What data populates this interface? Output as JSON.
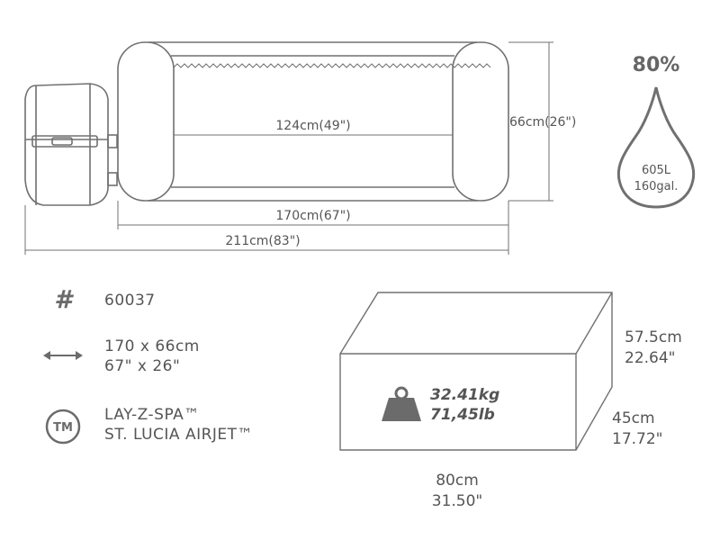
{
  "top_view": {
    "inner_width_label": "124cm(49\")",
    "height_label": "66cm(26\")",
    "outer_width_label": "170cm(67\")",
    "total_width_label": "211cm(83\")"
  },
  "fill": {
    "percent_label": "80%",
    "liters_label": "605L",
    "gallons_label": "160gal."
  },
  "info": {
    "hash_icon": "#",
    "model_number": "60037",
    "size_metric": "170 x 66cm",
    "size_imperial": "67\" x 26\"",
    "tm_icon": "TM",
    "brand_line1": "LAY-Z-SPA™",
    "brand_line2": "ST. LUCIA AIRJET™"
  },
  "box": {
    "weight_kg": "32.41kg",
    "weight_lb": "71,45lb",
    "height_cm": "57.5cm",
    "height_in": "22.64\"",
    "depth_cm": "45cm",
    "depth_in": "17.72\"",
    "width_cm": "80cm",
    "width_in": "31.50\""
  },
  "colors": {
    "line": "#707070",
    "text": "#555555",
    "icon_fill": "#6b6b6b"
  }
}
